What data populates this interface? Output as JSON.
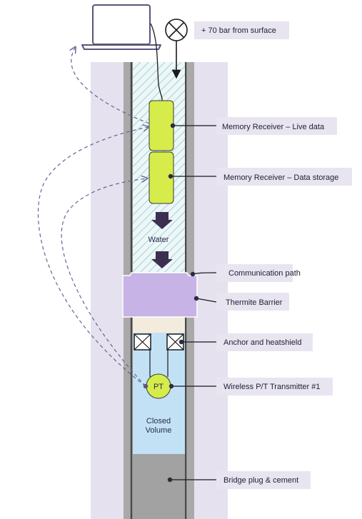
{
  "surface_label": "+ 70 bar from surface",
  "labels": {
    "memory_live": "Memory Receiver – Live data",
    "memory_storage": "Memory Receiver – Data storage",
    "communication_path": "Communication path",
    "thermite_barrier": "Thermite Barrier",
    "anchor": "Anchor and heatshield",
    "transmitter": "Wireless P/T Transmitter #1",
    "bridge_plug": "Bridge plug & cement"
  },
  "water_label": "Water",
  "pt_label": "PT",
  "closed_volume_line1": "Closed",
  "closed_volume_line2": "Volume",
  "colors": {
    "formation": "#e5e1ee",
    "casing": "#a9a9a9",
    "water_hatch": "#b9dde0",
    "receiver": "#d6ec4a",
    "thermite": "#c7b3e6",
    "heatshield": "#f3ecdd",
    "closed_volume": "#c2e1f5",
    "bridge_plug": "#a2a2a2",
    "arrow": "#3c2f4f",
    "dashed_link": "#6a6293",
    "label_box": "#e8e5f0"
  }
}
